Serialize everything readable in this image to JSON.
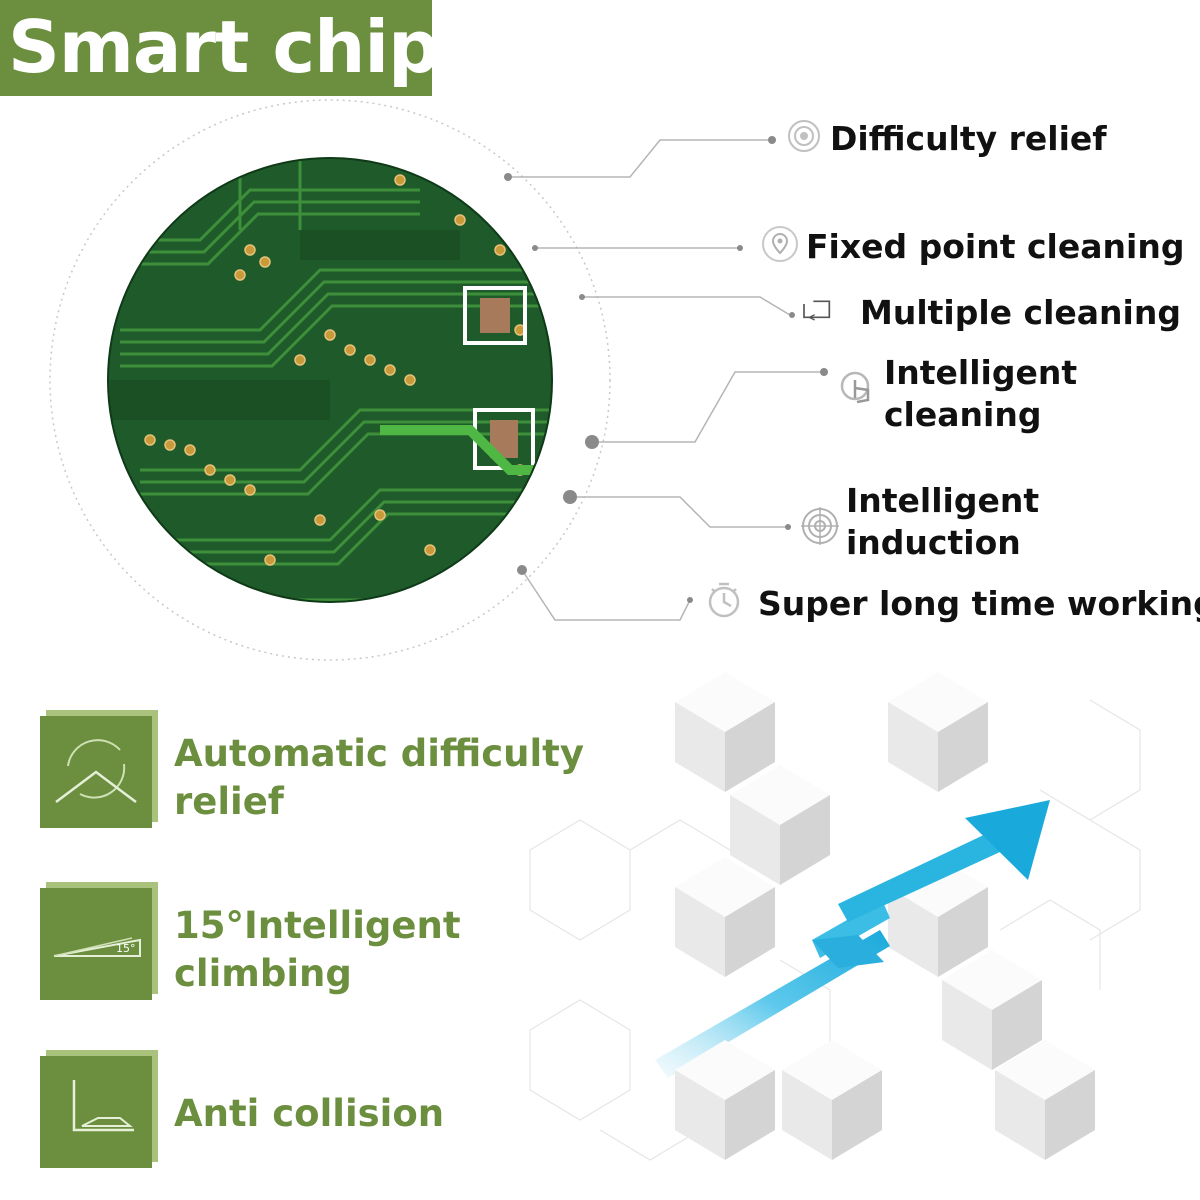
{
  "title": "Smart chip",
  "features": [
    {
      "icon": "target-icon",
      "lines": [
        "Difficulty relief"
      ]
    },
    {
      "icon": "location-pin-icon",
      "lines": [
        "Fixed point cleaning"
      ]
    },
    {
      "icon": "loop-arrow-icon",
      "lines": [
        "Multiple cleaning"
      ]
    },
    {
      "icon": "touch-gear-icon",
      "lines": [
        "Intelligent",
        "cleaning"
      ]
    },
    {
      "icon": "radar-icon",
      "lines": [
        "Intelligent",
        "induction"
      ]
    },
    {
      "icon": "timer-icon",
      "lines": [
        "Super long time working"
      ]
    }
  ],
  "bottom_features": [
    {
      "icon": "wheel-ramp-icon",
      "lines": [
        "Automatic difficulty",
        "relief"
      ]
    },
    {
      "icon": "slope-icon",
      "lines": [
        "15°Intelligent",
        "climbing"
      ],
      "icon_text": "15°"
    },
    {
      "icon": "obstacle-wall-icon",
      "lines": [
        "Anti collision"
      ]
    }
  ],
  "colors": {
    "brand_green": "#6b8f3e",
    "pcb_green": "#1f5a2a",
    "arrow_blue": "#29b5e0",
    "text": "#111111"
  }
}
